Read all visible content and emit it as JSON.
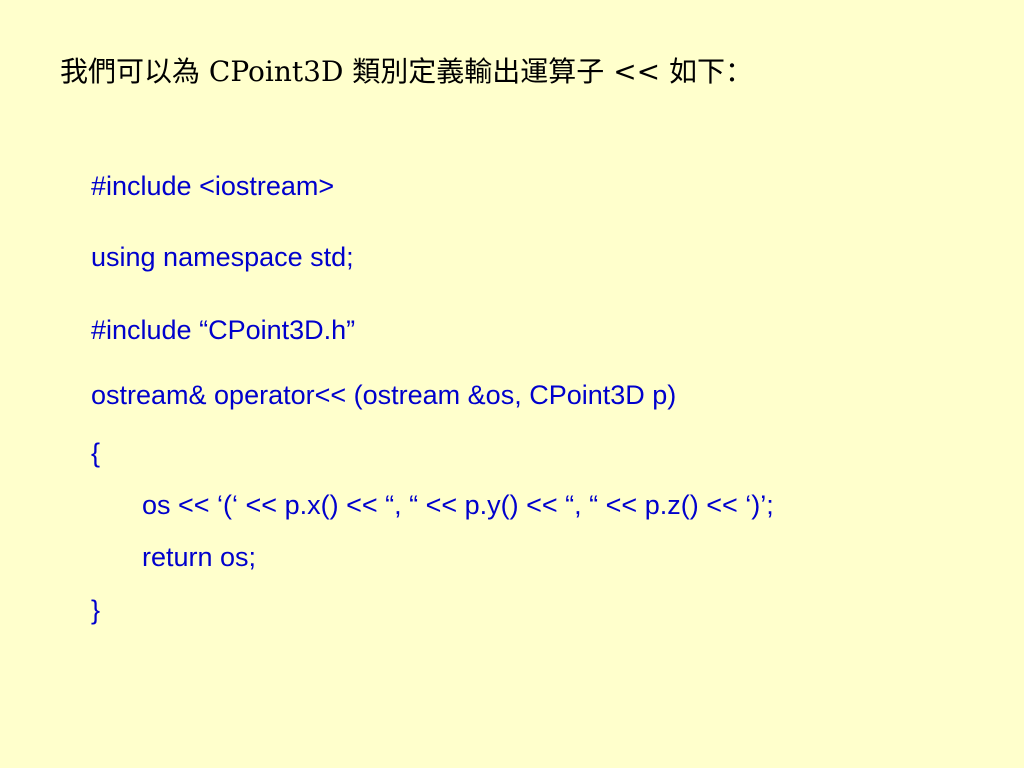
{
  "slide": {
    "heading": "我們可以為 CPoint3D 類別定義輸出運算子 << 如下：",
    "code_lines": [
      "#include <iostream>",
      "using namespace std;",
      "#include “CPoint3D.h”",
      "ostream& operator<< (ostream &os, CPoint3D p)",
      "{",
      "os << ‘(‘ << p.x() << “, “ << p.y() << “, “ << p.z() << ‘)’;",
      "return os;",
      "}"
    ],
    "colors": {
      "background": "#FFFFCC",
      "heading_text": "#000000",
      "code_text": "#0000CC"
    }
  }
}
